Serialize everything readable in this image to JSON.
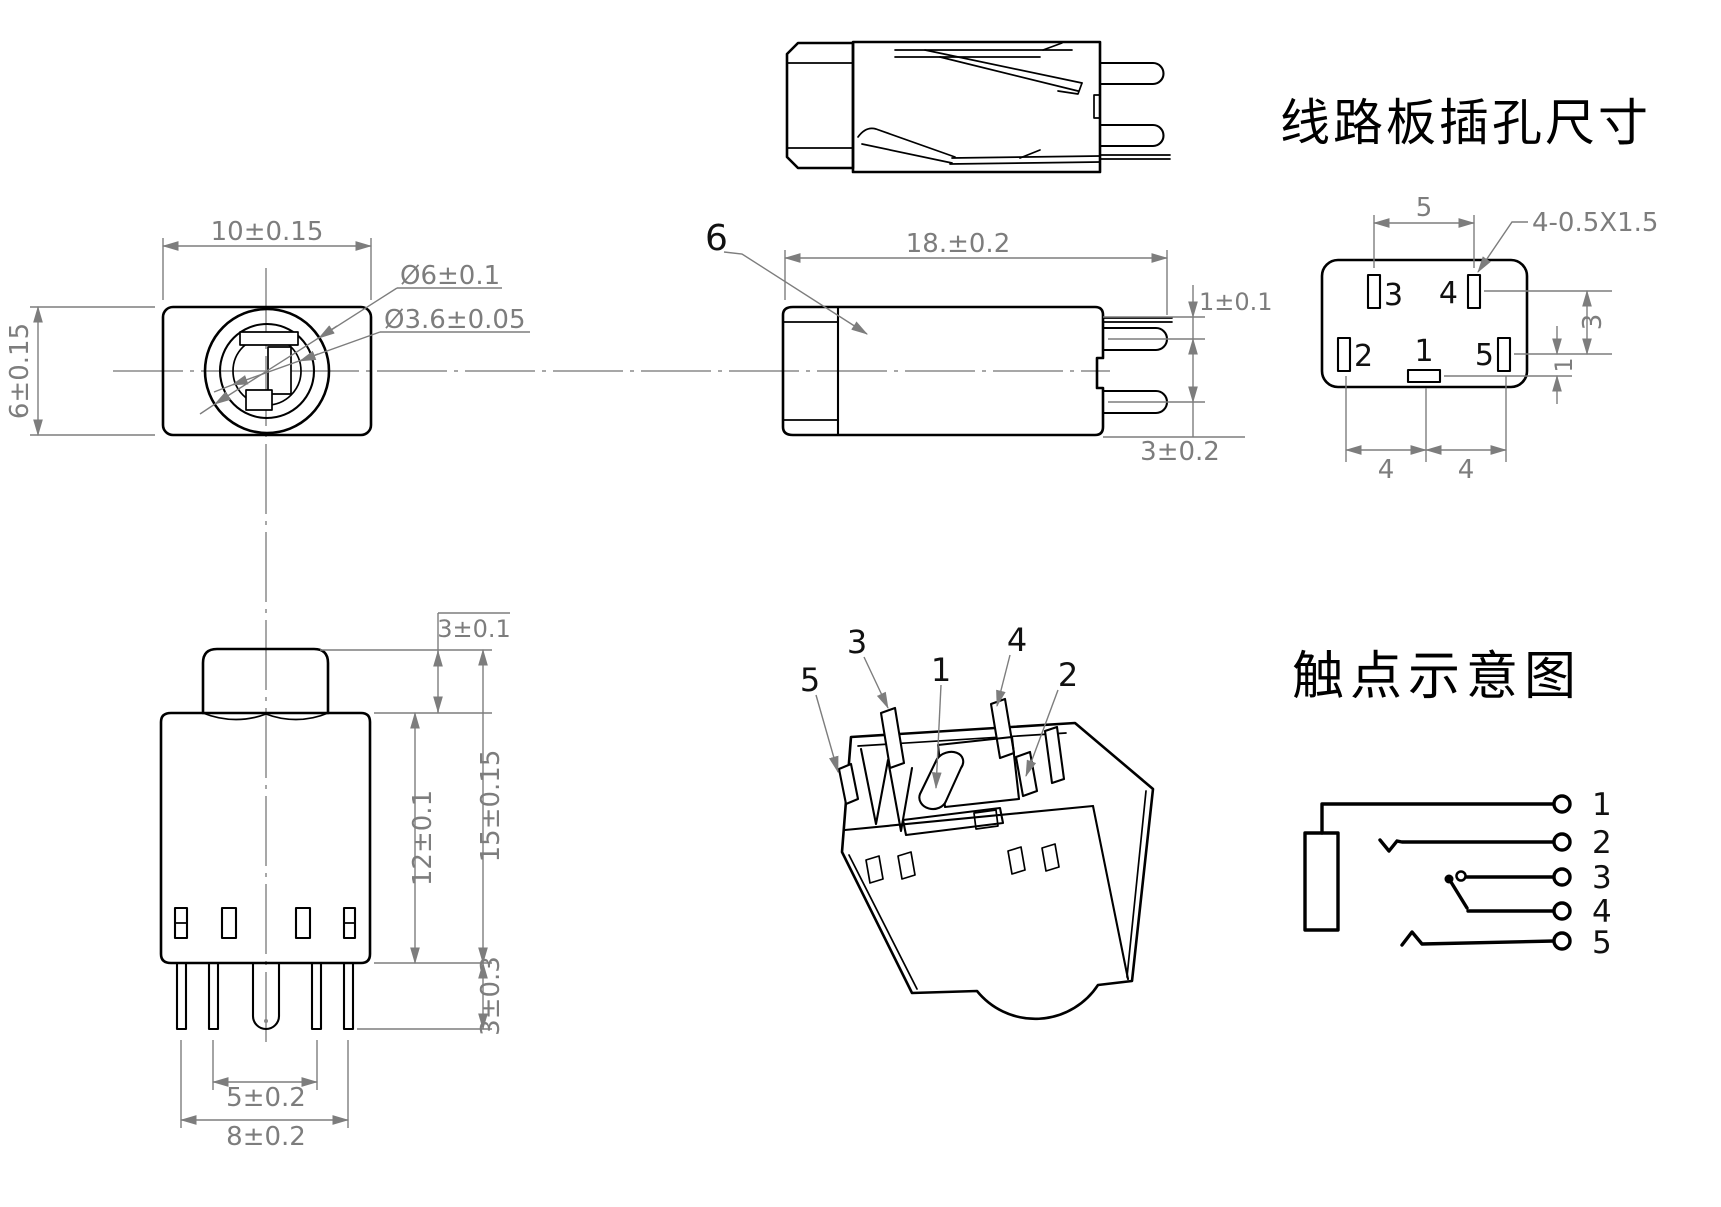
{
  "headings": {
    "pcb_holes": "线路板插孔尺寸",
    "contacts": "触点示意图"
  },
  "front_view": {
    "width": "10±0.15",
    "height": "6±0.15",
    "outer_diameter": "Ø6±0.1",
    "inner_diameter": "Ø3.6±0.05"
  },
  "side_view": {
    "part_label": "6",
    "length": "18.±0.2",
    "pin_offset": "1±0.1",
    "pin_pitch": "3±0.2"
  },
  "lower_view": {
    "boss_height": "3±0.1",
    "body_height": "12±0.1",
    "overall_height": "15±0.15",
    "pin_length": "3±0.3",
    "inner_pin_pitch": "5±0.2",
    "outer_pin_pitch": "8±0.2"
  },
  "footprint": {
    "pad_pitch": "5",
    "hole_spec": "4-0.5X1.5",
    "row_spacing": "3",
    "row_offset": "1",
    "pitch_left": "4",
    "pitch_right": "4",
    "pads": {
      "p1": "1",
      "p2": "2",
      "p3": "3",
      "p4": "4",
      "p5": "5"
    }
  },
  "iso_view": {
    "labels": {
      "l1": "1",
      "l2": "2",
      "l3": "3",
      "l4": "4",
      "l5": "5"
    }
  },
  "schematic": {
    "terminals": {
      "t1": "1",
      "t2": "2",
      "t3": "3",
      "t4": "4",
      "t5": "5"
    }
  }
}
